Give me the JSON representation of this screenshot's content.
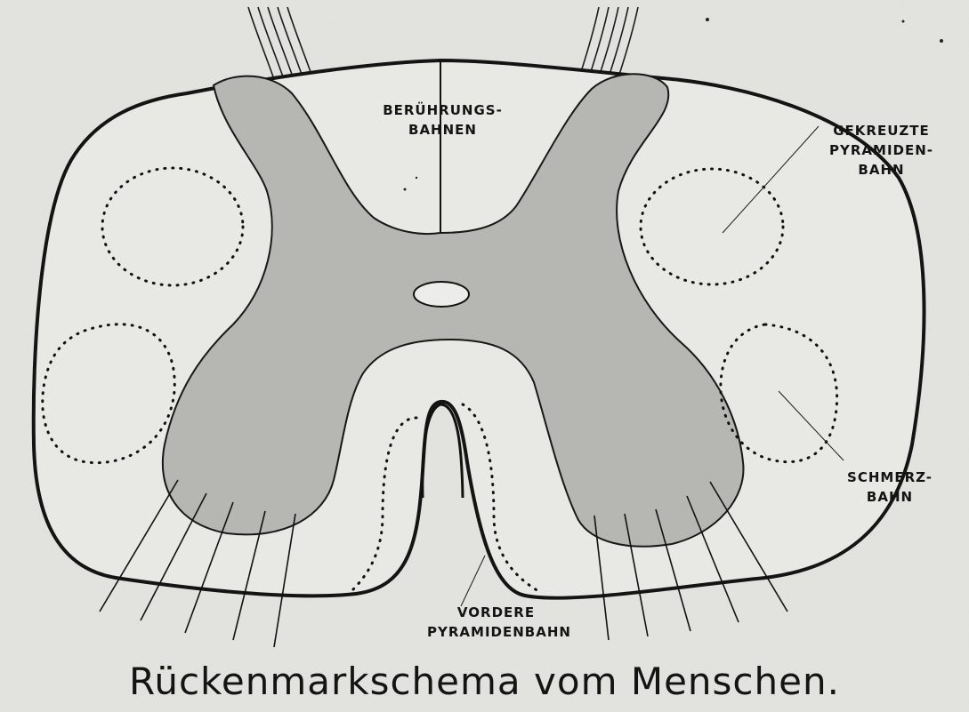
{
  "diagram": {
    "labels": {
      "beruehrungsbahnen": [
        "BERÜHRUNGS-",
        "BAHNEN"
      ],
      "gekreuzte_pyramidenbahn": [
        "GEKREUZTE",
        "PYRAMIDEN-",
        "BAHN"
      ],
      "schmerzbahn": [
        "SCHMERZ-",
        "BAHN"
      ],
      "vordere_pyramidenbahn": [
        "VORDERE",
        "PYRAMIDENBAHN"
      ]
    },
    "caption": "Rückenmarkschema vom Menschen.",
    "colors": {
      "background": "#e4e4e0",
      "white_matter": "#e8e8e4",
      "gray_matter": "#b9b9b5",
      "ink": "#141414"
    }
  }
}
